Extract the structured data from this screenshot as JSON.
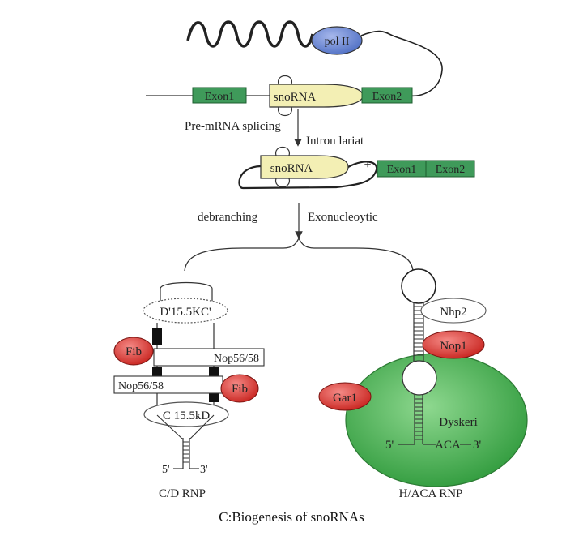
{
  "labels": {
    "pol2": "pol II",
    "exon1": "Exon1",
    "snorna": "snoRNA",
    "exon2": "Exon2",
    "splicing": "Pre-mRNA splicing",
    "lariat": "Intron lariat",
    "plus": "+",
    "snorna2": "snoRNA",
    "exon1b": "Exon1",
    "exon2b": "Exon2",
    "debranching": "debranching",
    "exonuc": "Exonucleoytic",
    "d155": "D'15.5KC'",
    "fib1": "Fib",
    "nop56a": "Nop56/58",
    "nop56b": "Nop56/58",
    "fib2": "Fib",
    "c155": "C 15.5kD",
    "cd5": "5'",
    "cd3": "3'",
    "cdrnp": "C/D RNP",
    "nhp2": "Nhp2",
    "nop1": "Nop1",
    "gar1": "Gar1",
    "dyskeri": "Dyskeri",
    "aca5": "5'",
    "aca": "ACA",
    "aca3": "3'",
    "hacarnp": "H/ACA RNP",
    "caption": "C:Biogenesis of snoRNAs"
  },
  "colors": {
    "exon": "#3f9a5a",
    "snorna": "#f3efb4",
    "pol": "#6b86cf",
    "protein_red": "#d9342f",
    "dyskerin": "#3fae4c"
  }
}
